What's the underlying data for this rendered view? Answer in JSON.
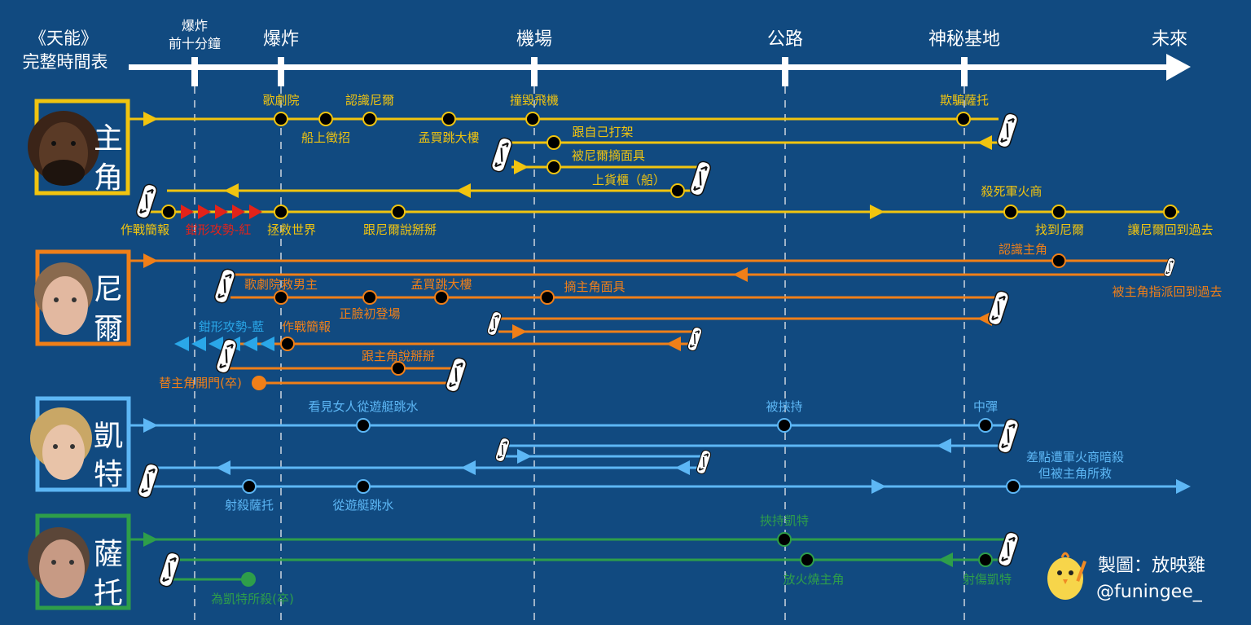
{
  "title": {
    "line1": "《天能》",
    "line2": "完整時間表"
  },
  "axis": {
    "ticks": [
      {
        "id": "t10",
        "lines": [
          "爆炸",
          "前十分鐘"
        ]
      },
      {
        "id": "explosion",
        "lines": [
          "爆炸"
        ]
      },
      {
        "id": "airport",
        "lines": [
          "機場"
        ]
      },
      {
        "id": "highway",
        "lines": [
          "公路"
        ]
      },
      {
        "id": "base",
        "lines": [
          "神秘基地"
        ]
      }
    ],
    "end_label": "未來"
  },
  "characters": [
    {
      "id": "protagonist",
      "name_chars": [
        "主",
        "角"
      ],
      "color": "#f1c40f"
    },
    {
      "id": "neil",
      "name_chars": [
        "尼",
        "爾"
      ],
      "color": "#f07f18"
    },
    {
      "id": "kat",
      "name_chars": [
        "凱",
        "特"
      ],
      "color": "#5db7f5"
    },
    {
      "id": "sator",
      "name_chars": [
        "薩",
        "托"
      ],
      "color": "#2e9e4a"
    }
  ],
  "labels": {
    "opera": "歌劇院",
    "meet_neil": "認識尼爾",
    "crash_plane": "撞毀飛機",
    "deceive_sator": "欺騙薩托",
    "ship_recruit": "船上徵招",
    "mumbai": "孟買跳大樓",
    "fight_self": "跟自己打架",
    "unmasked_by_neil": "被尼爾摘面具",
    "container": "上貨櫃（船）",
    "kill_arms": "殺死軍火商",
    "briefing": "作戰簡報",
    "pincer_red": "鉗形攻勢-紅",
    "save_world": "拯救世界",
    "talk_neil": "跟尼爾說掰掰",
    "find_neil": "找到尼爾",
    "send_neil_back": "讓尼爾回到過去",
    "meet_protagonist": "認識主角",
    "sent_back_by_protagonist": "被主角指派回到過去",
    "opera_save_hero": "歌劇院救男主",
    "mumbai_neil": "孟買跳大樓",
    "unmask_protagonist": "摘主角面具",
    "first_appear": "正臉初登場",
    "pincer_blue": "鉗形攻勢-藍",
    "briefing_neil": "作戰簡報",
    "talk_protagonist": "跟主角說掰掰",
    "open_door_die": "替主角開門(卒)",
    "see_woman_jump": "看見女人從遊艇跳水",
    "kidnapped": "被挾持",
    "shot": "中彈",
    "nearly_assassinated_1": "差點遭軍火商暗殺",
    "nearly_assassinated_2": "但被主角所救",
    "shoot_sator": "射殺薩托",
    "jump_yacht": "從遊艇跳水",
    "kidnap_kat": "挾持凱特",
    "burn_protagonist": "放火燒主角",
    "shoot_kat": "射傷凱特",
    "killed_by_kat": "為凱特所殺(卒)"
  },
  "credit": {
    "line1": "製圖：放映雞",
    "line2": "@funingee_"
  },
  "colors": {
    "background": "#114a80",
    "axis": "#ffffff",
    "dash": "#9fb3c8",
    "red_arrow": "#e2231a",
    "dot_fill": "#000000"
  },
  "icons": [
    "inversion-turnstile-icon",
    "chick-mascot-icon",
    "face-portrait-icon"
  ]
}
